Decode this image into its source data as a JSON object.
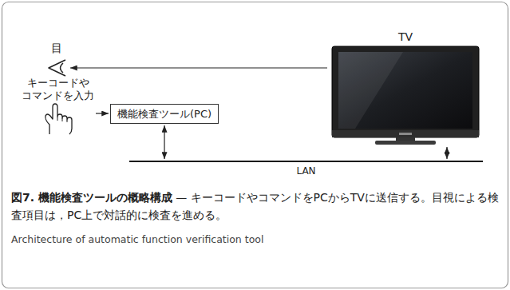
{
  "diagram": {
    "title": "図7. 機能検査ツールの概略構成",
    "caption": "— キーコードやコマンドをPCからTVに送信する。目視による検査項目は，PC上で対話的に検査を進める。",
    "nodes": [
      {
        "text": [
          "目"
        ]
      },
      {
        "text": [
          "キーコードや コマンドを入力"
        ]
      },
      {
        "text": [
          "機能検査ツール(PC)"
        ]
      },
      {
        "text": [
          "TV"
        ]
      },
      {
        "text": [
          "LAN"
        ]
      }
    ],
    "edges": [
      {
        "from": 3,
        "to": 0,
        "arrow": "to"
      },
      {
        "from": 1,
        "to": 2,
        "arrow": "to"
      },
      {
        "from": 2,
        "to": 4,
        "arrow": "both"
      },
      {
        "from": 3,
        "to": 4,
        "arrow": "both"
      }
    ],
    "labels": [
      "Architecture of automatic function verification tool"
    ]
  }
}
